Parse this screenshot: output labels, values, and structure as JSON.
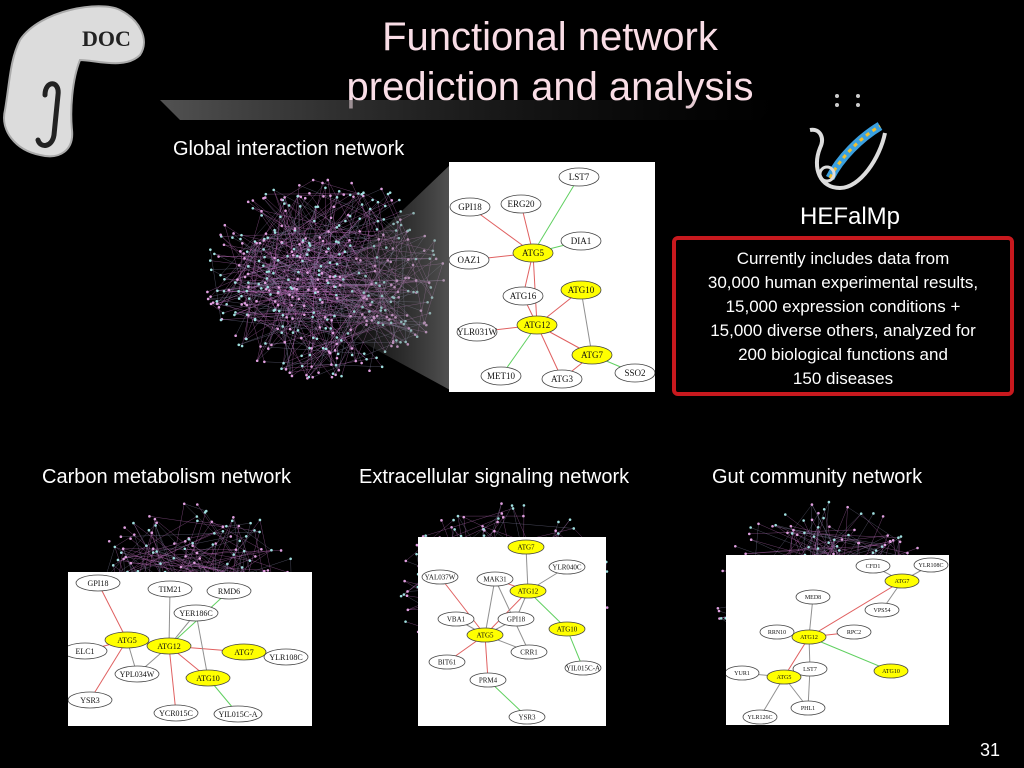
{
  "title": {
    "line1": "Functional network",
    "line2": "prediction and analysis"
  },
  "logo_left": {
    "text": "DOC"
  },
  "global_label": "Global interaction network",
  "hefalmp": {
    "name": "HEFalMp",
    "info_lines": [
      "Currently includes data from",
      "30,000 human experimental results,",
      "15,000 expression conditions +",
      "15,000 diverse others, analyzed for",
      "200 biological functions and",
      "150 diseases"
    ]
  },
  "sub_networks": [
    {
      "label": "Carbon metabolism network"
    },
    {
      "label": "Extracellular signaling network"
    },
    {
      "label": "Gut community network"
    }
  ],
  "network_main": {
    "nodes": [
      {
        "id": "LST7",
        "hl": false
      },
      {
        "id": "GPI18",
        "hl": false
      },
      {
        "id": "ERG20",
        "hl": false
      },
      {
        "id": "DIA1",
        "hl": false
      },
      {
        "id": "ATG5",
        "hl": true
      },
      {
        "id": "OAZ1",
        "hl": false
      },
      {
        "id": "ATG10",
        "hl": true
      },
      {
        "id": "ATG16",
        "hl": false
      },
      {
        "id": "ATG12",
        "hl": true
      },
      {
        "id": "YLR031W",
        "hl": false
      },
      {
        "id": "ATG7",
        "hl": true
      },
      {
        "id": "MET10",
        "hl": false
      },
      {
        "id": "SSO2",
        "hl": false
      },
      {
        "id": "ATG3",
        "hl": false
      }
    ]
  },
  "network_carbon": {
    "nodes": [
      {
        "id": "GPI18",
        "hl": false
      },
      {
        "id": "TIM21",
        "hl": false
      },
      {
        "id": "RMD6",
        "hl": false
      },
      {
        "id": "YER186C",
        "hl": false
      },
      {
        "id": "ATG5",
        "hl": true
      },
      {
        "id": "ATG12",
        "hl": true
      },
      {
        "id": "ATG7",
        "hl": true
      },
      {
        "id": "ELC1",
        "hl": false
      },
      {
        "id": "YLR108C",
        "hl": false
      },
      {
        "id": "YPL034W",
        "hl": false
      },
      {
        "id": "ATG10",
        "hl": true
      },
      {
        "id": "YSR3",
        "hl": false
      },
      {
        "id": "YCR015C",
        "hl": false
      },
      {
        "id": "YIL015C-A",
        "hl": false
      }
    ]
  },
  "network_extra": {
    "nodes": [
      {
        "id": "ATG7",
        "hl": true
      },
      {
        "id": "YAL037W",
        "hl": false
      },
      {
        "id": "MAK31",
        "hl": false
      },
      {
        "id": "YLR040C",
        "hl": false
      },
      {
        "id": "ATG12",
        "hl": true
      },
      {
        "id": "VBA1",
        "hl": false
      },
      {
        "id": "GPI18",
        "hl": false
      },
      {
        "id": "ATG10",
        "hl": true
      },
      {
        "id": "ATG5",
        "hl": true
      },
      {
        "id": "CRR1",
        "hl": false
      },
      {
        "id": "BIT61",
        "hl": false
      },
      {
        "id": "YIL015C-A",
        "hl": false
      },
      {
        "id": "PRM4",
        "hl": false
      },
      {
        "id": "YSR3",
        "hl": false
      }
    ]
  },
  "network_gut": {
    "nodes": [
      {
        "id": "CFD1",
        "hl": false
      },
      {
        "id": "YLR108C",
        "hl": false
      },
      {
        "id": "ATG7",
        "hl": true
      },
      {
        "id": "MED8",
        "hl": false
      },
      {
        "id": "VPS54",
        "hl": false
      },
      {
        "id": "RRN10",
        "hl": false
      },
      {
        "id": "ATG12",
        "hl": true
      },
      {
        "id": "RPC2",
        "hl": false
      },
      {
        "id": "LST7",
        "hl": false
      },
      {
        "id": "ATG10",
        "hl": true
      },
      {
        "id": "YUR1",
        "hl": false
      },
      {
        "id": "ATG5",
        "hl": true
      },
      {
        "id": "PHL1",
        "hl": false
      },
      {
        "id": "YLR126C",
        "hl": false
      }
    ]
  },
  "colors": {
    "title": "#f9dde6",
    "highlight_node": "#ffff00",
    "box_border": "#c8191e",
    "edge_red": "#e06060",
    "edge_green": "#60d060",
    "edge_gray": "#909090"
  },
  "page_number": "31"
}
